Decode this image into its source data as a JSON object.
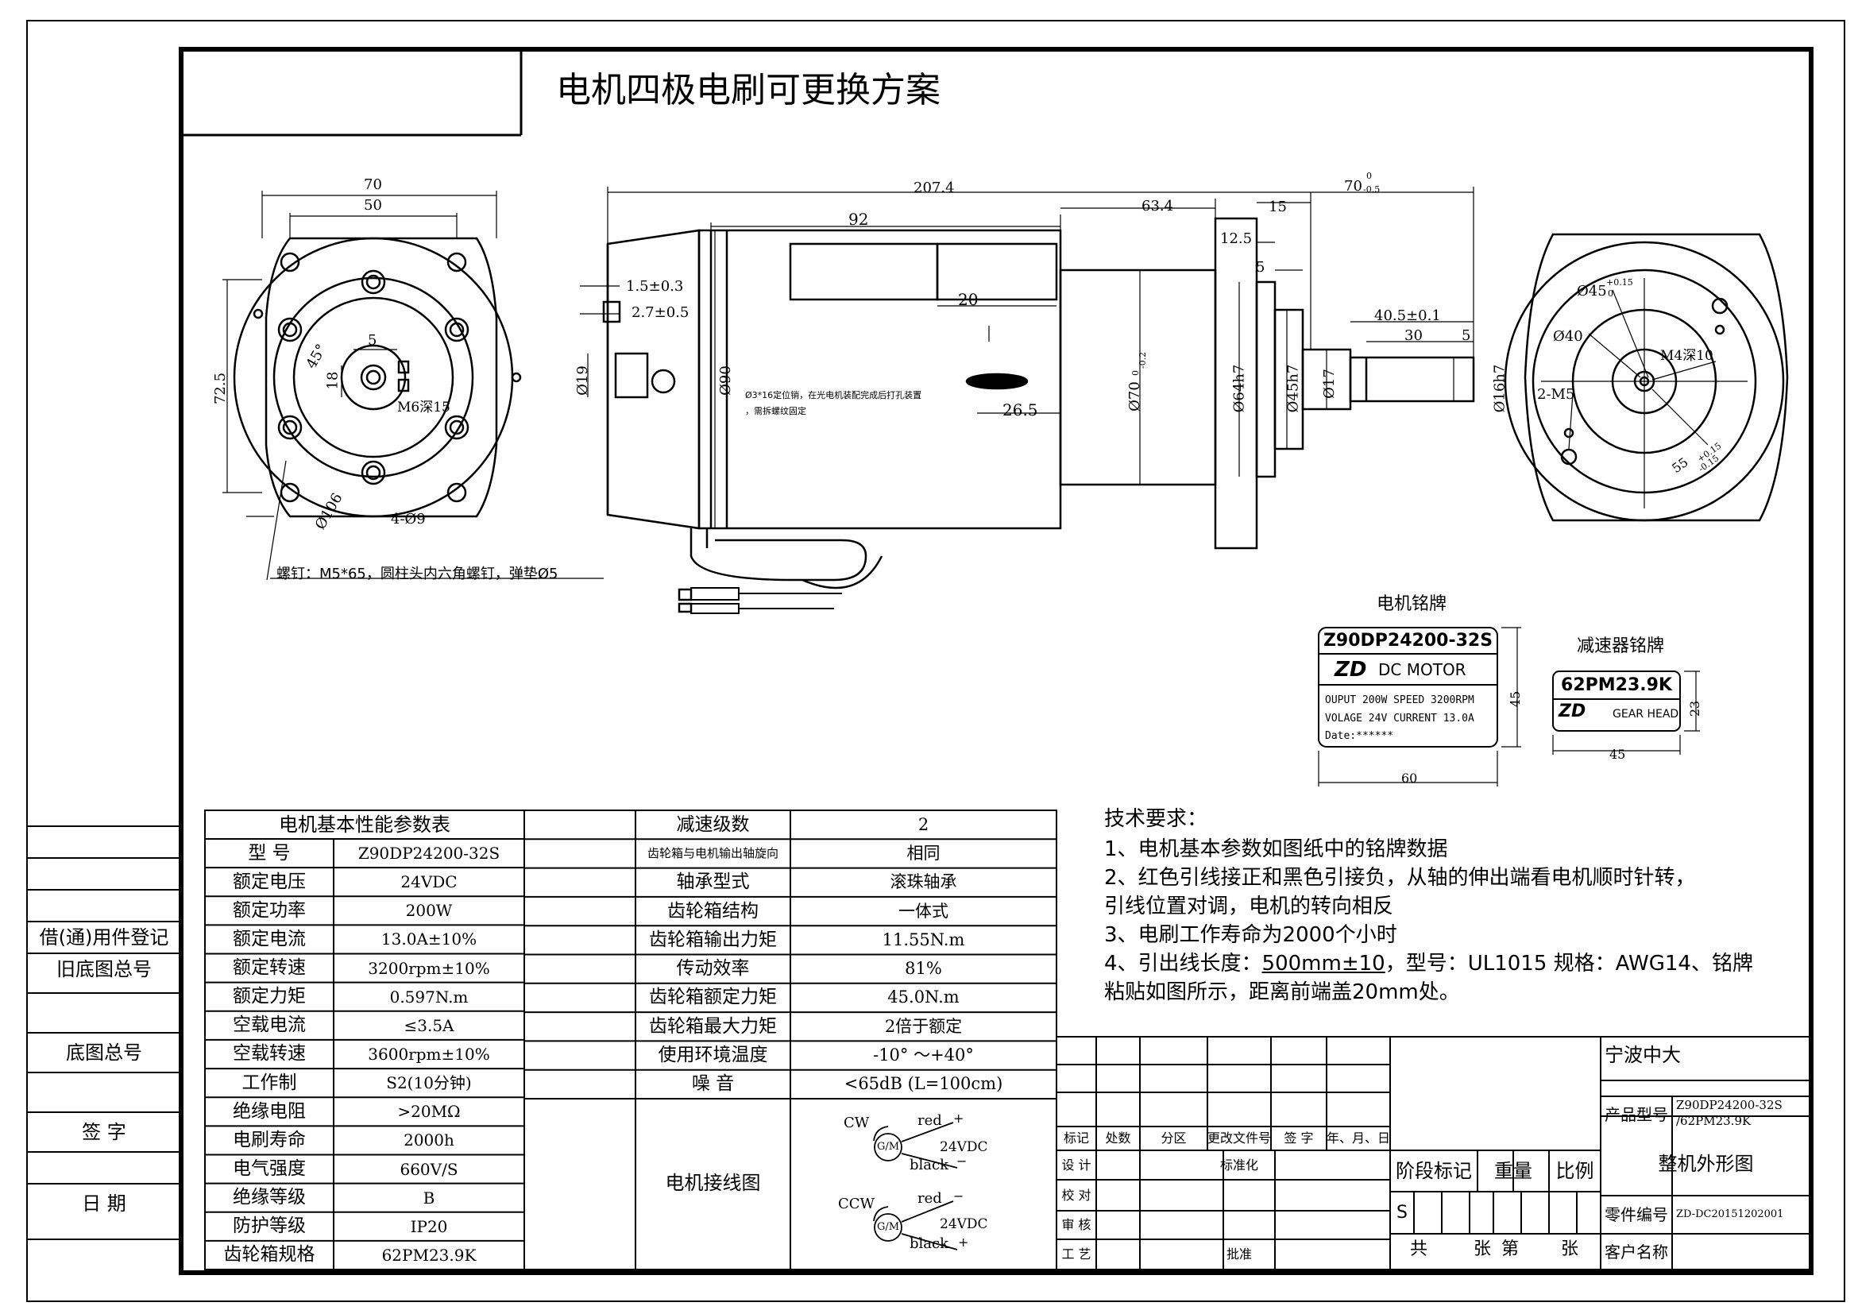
{
  "title": "电机四极电刷可更换方案",
  "dimensions": {
    "d70": "70",
    "d50": "50",
    "d72_5": "72.5",
    "d5": "5",
    "d18": "18",
    "d45deg": "45°",
    "m6": "M6深15",
    "d106": "Ø106",
    "d4x9": "4-Ø9",
    "d207_4": "207.4",
    "d92": "92",
    "d63_4": "63.4",
    "d15": "15",
    "d70tol": "70",
    "d70tol_sup": "0",
    "d70tol_sub": "-0.5",
    "d12_5": "12.5",
    "d5b": "5",
    "d1_5": "1.5±0.3",
    "d2_7": "2.7±0.5",
    "d20": "20",
    "d19": "Ø19",
    "d90": "Ø90",
    "d26_5": "26.5",
    "d70h": "Ø70",
    "d70h_sup": "0",
    "d70h_sub": "-0.2",
    "d64": "Ø64h7",
    "d45h7": "Ø45h7",
    "d17": "Ø17",
    "d40_5": "40.5±0.1",
    "d30": "30",
    "d5c": "5",
    "d16": "Ø16h7",
    "note_hole_1": "Ø3*16定位销，在光电机装配完成后打孔装置",
    "note_hole_2": "，需拆螺纹固定",
    "r45": "Ø45",
    "r45_sup": "+0.15",
    "r45_sub": "0",
    "r40": "Ø40",
    "m4": "M4深10",
    "m5": "2-M5",
    "r55": "55",
    "r55_sup": "+0.15",
    "r55_sub": "-0.15"
  },
  "screw_note": "螺钉：M5*65，圆柱头内六角螺钉，弹垫Ø5",
  "motor_plate": {
    "heading": "电机铭牌",
    "model": "Z90DP24200-32S",
    "logo": "ZD",
    "type": "DC MOTOR",
    "line1": "OUPUT 200W   SPEED 3200RPM",
    "line2": "VOLAGE 24V   CURRENT 13.0A",
    "line3": "Date:******",
    "dim_w": "60",
    "dim_h": "45"
  },
  "gear_plate": {
    "heading": "减速器铭牌",
    "model": "62PM23.9K",
    "logo": "ZD",
    "type": "GEAR HEAD",
    "dim_w": "45",
    "dim_h": "23"
  },
  "tech": {
    "title": "技术要求：",
    "lines": [
      "1、电机基本参数如图纸中的铭牌数据",
      "2、红色引线接正和黑色引接负，从轴的伸出端看电机顺时针转，",
      "引线位置对调，电机的转向相反",
      "3、电刷工作寿命为2000个小时"
    ],
    "line4_pre": "4、引出线长度：",
    "line4_len": "500mm±10",
    "line4_post": "，型号：UL1015 规格：AWG14、铭牌",
    "line5": "粘贴如图所示，距离前端盖20mm处。"
  },
  "params": {
    "header": "电机基本性能参数表",
    "left_rows": [
      {
        "k": "型    号",
        "v": "Z90DP24200-32S"
      },
      {
        "k": "额定电压",
        "v": "24VDC"
      },
      {
        "k": "额定功率",
        "v": "200W"
      },
      {
        "k": "额定电流",
        "v": "13.0A±10%"
      },
      {
        "k": "额定转速",
        "v": "3200rpm±10%"
      },
      {
        "k": "额定力矩",
        "v": "0.597N.m"
      },
      {
        "k": "空载电流",
        "v": "≤3.5A"
      },
      {
        "k": "空载转速",
        "v": "3600rpm±10%"
      },
      {
        "k": "工作制",
        "v": "S2(10分钟)"
      },
      {
        "k": "绝缘电阻",
        "v": ">20MΩ"
      },
      {
        "k": "电刷寿命",
        "v": "2000h"
      },
      {
        "k": "电气强度",
        "v": "660V/S"
      },
      {
        "k": "绝缘等级",
        "v": "B"
      },
      {
        "k": "防护等级",
        "v": "IP20"
      },
      {
        "k": "齿轮箱规格",
        "v": "62PM23.9K"
      }
    ],
    "right_rows": [
      {
        "k": "减速级数",
        "v": "2"
      },
      {
        "k": "齿轮箱与电机输出轴旋向",
        "v": "相同"
      },
      {
        "k": "轴承型式",
        "v": "滚珠轴承"
      },
      {
        "k": "齿轮箱结构",
        "v": "一体式"
      },
      {
        "k": "齿轮箱输出力矩",
        "v": "11.55N.m"
      },
      {
        "k": "传动效率",
        "v": "81%"
      },
      {
        "k": "齿轮箱额定力矩",
        "v": "45.0N.m"
      },
      {
        "k": "齿轮箱最大力矩",
        "v": "2倍于额定"
      },
      {
        "k": "使用环境温度",
        "v": "-10° ～+40°"
      },
      {
        "k": "噪    音",
        "v": "<65dB  (L=100cm)"
      }
    ],
    "wiring_label": "电机接线图",
    "wiring": {
      "cw": "CW",
      "ccw": "CCW",
      "gm": "G/M",
      "red": "red",
      "black": "black",
      "v": "24VDC",
      "plus": "+",
      "minus": "−"
    }
  },
  "side": {
    "r1": "借(通)用件登记",
    "r2": "旧底图总号",
    "r3": "底图总号",
    "r4": "签  字",
    "r5": "日  期"
  },
  "title_block": {
    "company": "宁波中大",
    "product_label": "产品型号",
    "product_value_1": "Z90DP24200-32S",
    "product_value_2": "/62PM23.9K",
    "drawing_name": "整机外形图",
    "part_label": "零件编号",
    "part_value": "ZD-DC20151202001",
    "customer_label": "客户名称",
    "stage": "阶段标记",
    "weight": "重量",
    "scale": "比例",
    "s_mark": "S",
    "gong": "共",
    "zhang1": "张",
    "di": "第",
    "zhang2": "张",
    "rev_headers": [
      "标记",
      "处数",
      "分区",
      "更改文件号",
      "签  字",
      "年、月、日"
    ],
    "sign_rows": [
      "设  计",
      "校  对",
      "审  核",
      "工  艺"
    ],
    "std": "标准化",
    "approve": "批准"
  }
}
